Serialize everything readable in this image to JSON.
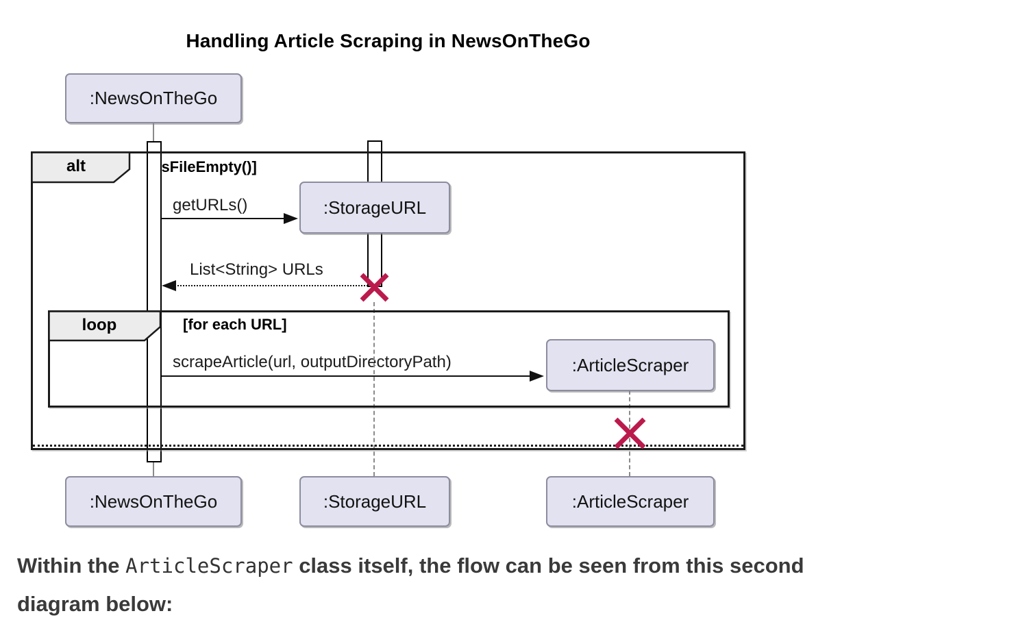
{
  "diagram": {
    "title": "Handling Article Scraping in NewsOnTheGo",
    "participants": {
      "news_top": ":NewsOnTheGo",
      "storage_created": ":StorageURL",
      "scraper_created": ":ArticleScraper",
      "news_bottom": ":NewsOnTheGo",
      "storage_bottom": ":StorageURL",
      "scraper_bottom": ":ArticleScraper"
    },
    "frames": {
      "alt_label": "alt",
      "alt_guard": "[isFileEmpty()]",
      "loop_label": "loop",
      "loop_guard": "[for each URL]"
    },
    "messages": {
      "get_urls": "getURLs()",
      "return_urls": "List<String> URLs",
      "scrape_article": "scrapeArticle(url, outputDirectoryPath)"
    },
    "colors": {
      "participant_fill": "#E2E2F0",
      "participant_border": "#8C8CA0",
      "frame_border": "#1B1B1B",
      "frame_label_fill": "#ECECEC",
      "destroy_x": "#BB1A4D",
      "lifeline": "#8A8A8A",
      "caption_text": "#3A3A3A"
    }
  },
  "caption": {
    "text_bold_1": "Within the ",
    "code": "ArticleScraper",
    "text_bold_2": " class itself, the flow can be seen from this second",
    "text_bold_3": "diagram below:"
  }
}
